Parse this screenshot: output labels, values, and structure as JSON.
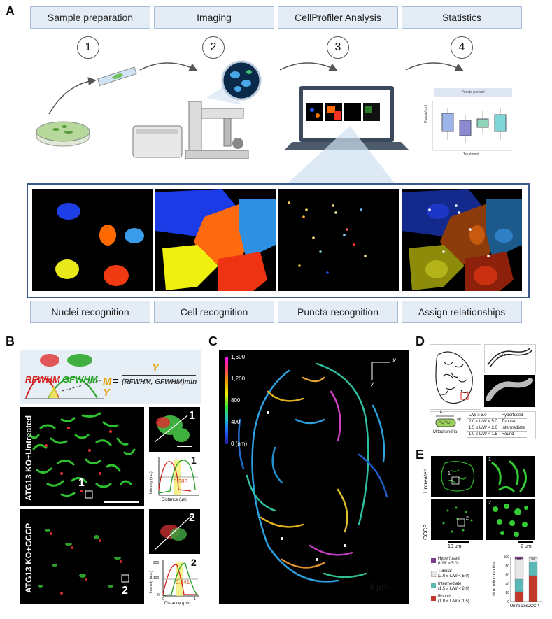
{
  "panels": {
    "a": "A",
    "b": "B",
    "c": "C",
    "d": "D",
    "e": "E"
  },
  "workflow": {
    "steps": [
      {
        "num": "1",
        "label": "Sample preparation"
      },
      {
        "num": "2",
        "label": "Imaging"
      },
      {
        "num": "3",
        "label": "CellProfiler Analysis"
      },
      {
        "num": "4",
        "label": "Statistics"
      }
    ],
    "captions": [
      "Nuclei recognition",
      "Cell recognition",
      "Puncta recognition",
      "Assign relationships"
    ],
    "stats_chart_title": "Puncta per cell",
    "stats_chart_xlabel": "Treatment",
    "stats_chart_ylabel": "Puncta/ cell",
    "colors": {
      "box_fill": "#e4ecf6",
      "box_border": "#a9bcd6",
      "frame": "#3b5a8a"
    }
  },
  "panel_b": {
    "formula_Y": "Y",
    "formula_M": "M",
    "formula_eq": "=",
    "formula_denominator": "(RFWHM, GFWHM)min",
    "rfwhm": "RFWHM",
    "gfwhm": "GFWHM",
    "label_top": "ATG13 KO+Untreated",
    "label_bottom": "ATG13 KO+CCCP",
    "roi_top": "1",
    "roi_bottom": "2",
    "zoom1_num": "1",
    "zoom2_num": "2",
    "profile1": {
      "num": "1",
      "value": "0.283",
      "ylabel": "Intensity (a.u.)",
      "xlabel": "Distance (μm)"
    },
    "profile2": {
      "num": "2",
      "value": "0.241",
      "ylabel": "Intensity (a.u.)",
      "xlabel": "Distance (μm)",
      "yticks": [
        "200",
        "100",
        "0"
      ],
      "xticks": [
        "0",
        "1"
      ]
    }
  },
  "panel_c": {
    "colorbar_ticks": [
      "1,600",
      "1,200",
      "800",
      "400",
      "0 (nm)"
    ],
    "axis_x": "x",
    "axis_y": "y",
    "scale_bar": "5 μm"
  },
  "panel_d": {
    "zoom_value": "175",
    "L": "L",
    "W": "W",
    "mito_label": "Mitochondria",
    "table": [
      {
        "criteria": "L/W ≥ 5.0",
        "class": "Hyperfused"
      },
      {
        "criteria": "2.0 ≤ L/W < 5.0",
        "class": "Tubular"
      },
      {
        "criteria": "1.5 ≤ L/W < 2.0",
        "class": "Intermediate"
      },
      {
        "criteria": "1.0 ≤ L/W < 1.5",
        "class": "Round"
      }
    ]
  },
  "panel_e": {
    "row_untreated": "Untreated",
    "row_cccp": "CCCP",
    "zoom1": "1",
    "zoom2": "2",
    "roi1": "1",
    "roi2": "2",
    "scale_left": "10 μm",
    "scale_right": "2 μm",
    "legend": [
      {
        "name": "Hyperfused",
        "range": "(L/W ≥ 5.0)",
        "color": "#7b3f8c"
      },
      {
        "name": "Tubular",
        "range": "(2.0 ≤ L/W < 5.0)",
        "color": "#e6e6e6"
      },
      {
        "name": "Intermediate",
        "range": "(1.5 ≤ L/W < 2.0)",
        "color": "#5bb9b5"
      },
      {
        "name": "Round",
        "range": "(1.0 ≤ L/W < 1.5)",
        "color": "#c0392b"
      }
    ],
    "chart_data": {
      "type": "bar",
      "categories": [
        "Untreated",
        "CCCP"
      ],
      "series": [
        {
          "name": "Round",
          "values": [
            22,
            58
          ]
        },
        {
          "name": "Intermediate",
          "values": [
            28,
            30
          ]
        },
        {
          "name": "Tubular",
          "values": [
            45,
            10
          ]
        },
        {
          "name": "Hyperfused",
          "values": [
            5,
            2
          ]
        }
      ],
      "ylabel": "% of mitochondria",
      "yticks": [
        "100",
        "80",
        "60",
        "40",
        "20",
        "0"
      ],
      "ylim": [
        0,
        100
      ],
      "significance": [
        "***",
        "***"
      ]
    }
  }
}
